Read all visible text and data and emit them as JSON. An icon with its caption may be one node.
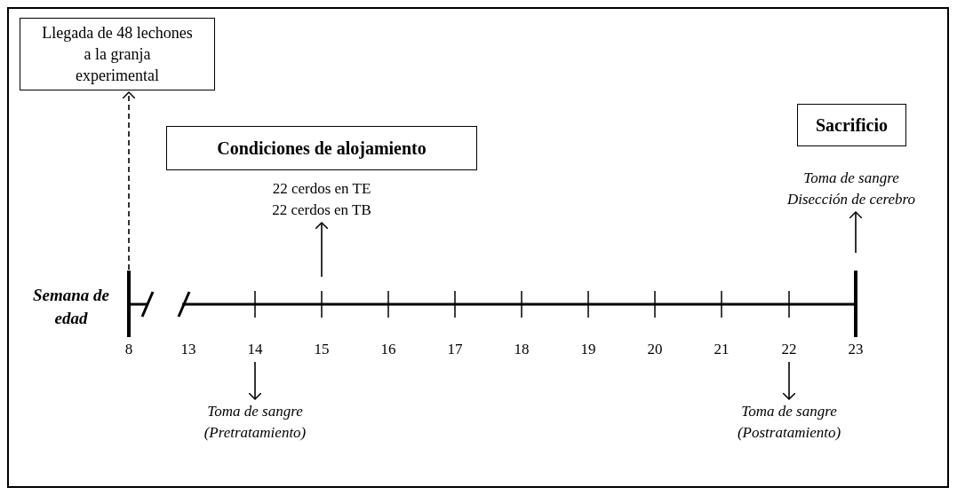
{
  "diagram": {
    "nodes": [
      {
        "text": [
          "Llegada de 48 lechones a la granja experimental"
        ]
      },
      {
        "text": [
          "Condiciones de alojamiento"
        ],
        "beside": [
          "22 cerdos en TE",
          "22 cerdos en TB"
        ]
      },
      {
        "text": [
          "Sacrificio"
        ],
        "beside": [
          "Toma de sangre",
          "Disección de cerebro"
        ]
      },
      {
        "text": [
          "Toma de sangre (Pretratamiento)"
        ]
      },
      {
        "text": [
          "Toma de sangre (Postratamiento)"
        ]
      },
      {
        "text": [
          "14"
        ]
      },
      {
        "text": [
          "22"
        ]
      }
    ],
    "edges": [
      {
        "from": null,
        "to": 0,
        "arrow": "to",
        "style": "dashed"
      },
      {
        "from": null,
        "to": 1,
        "arrow": "to"
      },
      {
        "from": null,
        "to": 2,
        "arrow": "to"
      },
      {
        "from": 5,
        "to": 3,
        "arrow": "to"
      },
      {
        "from": 6,
        "to": 4,
        "arrow": "to"
      }
    ],
    "labels": [
      "Semana de edad",
      "8",
      "13",
      "15",
      "16",
      "17",
      "18",
      "19",
      "20",
      "21",
      "23"
    ]
  }
}
